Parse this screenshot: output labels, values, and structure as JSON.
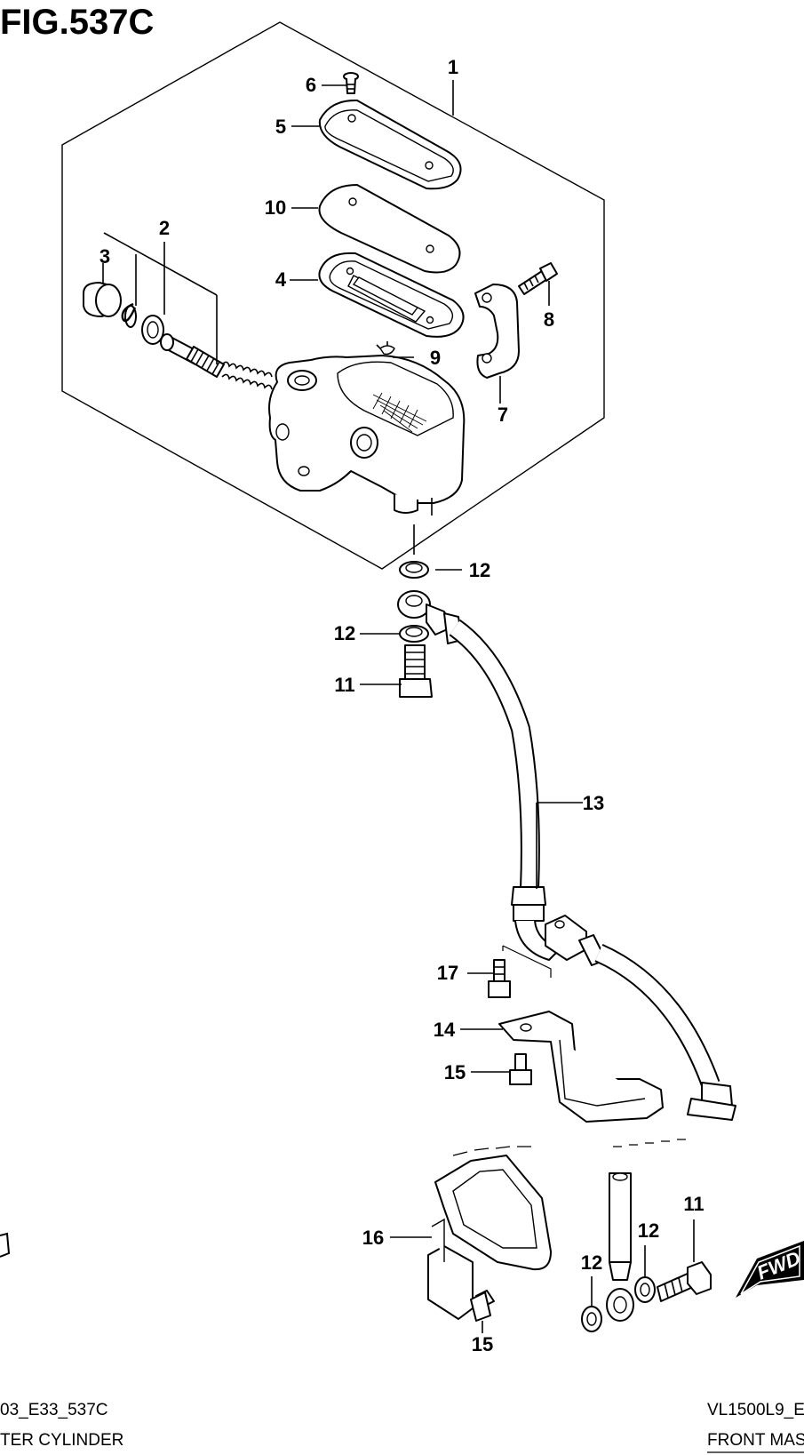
{
  "figure": {
    "title": "FIG.537C"
  },
  "callouts": [
    {
      "id": "c1",
      "label": "1"
    },
    {
      "id": "c2",
      "label": "2"
    },
    {
      "id": "c3",
      "label": "3"
    },
    {
      "id": "c4",
      "label": "4"
    },
    {
      "id": "c5",
      "label": "5"
    },
    {
      "id": "c6",
      "label": "6"
    },
    {
      "id": "c7",
      "label": "7"
    },
    {
      "id": "c8",
      "label": "8"
    },
    {
      "id": "c9",
      "label": "9"
    },
    {
      "id": "c10",
      "label": "10"
    },
    {
      "id": "c11a",
      "label": "11"
    },
    {
      "id": "c11b",
      "label": "11"
    },
    {
      "id": "c12a",
      "label": "12"
    },
    {
      "id": "c12b",
      "label": "12"
    },
    {
      "id": "c12c",
      "label": "12"
    },
    {
      "id": "c12d",
      "label": "12"
    },
    {
      "id": "c13",
      "label": "13"
    },
    {
      "id": "c14",
      "label": "14"
    },
    {
      "id": "c15a",
      "label": "15"
    },
    {
      "id": "c15b",
      "label": "15"
    },
    {
      "id": "c16",
      "label": "16"
    },
    {
      "id": "c17",
      "label": "17"
    }
  ],
  "footer": {
    "left_code": "03_E33_537C",
    "left_name": "TER CYLINDER",
    "right_code": "VL1500L9_E",
    "right_name": "FRONT MAST"
  },
  "direction_arrow": {
    "label": "FWD",
    "icon": "fwd-arrow-icon"
  }
}
